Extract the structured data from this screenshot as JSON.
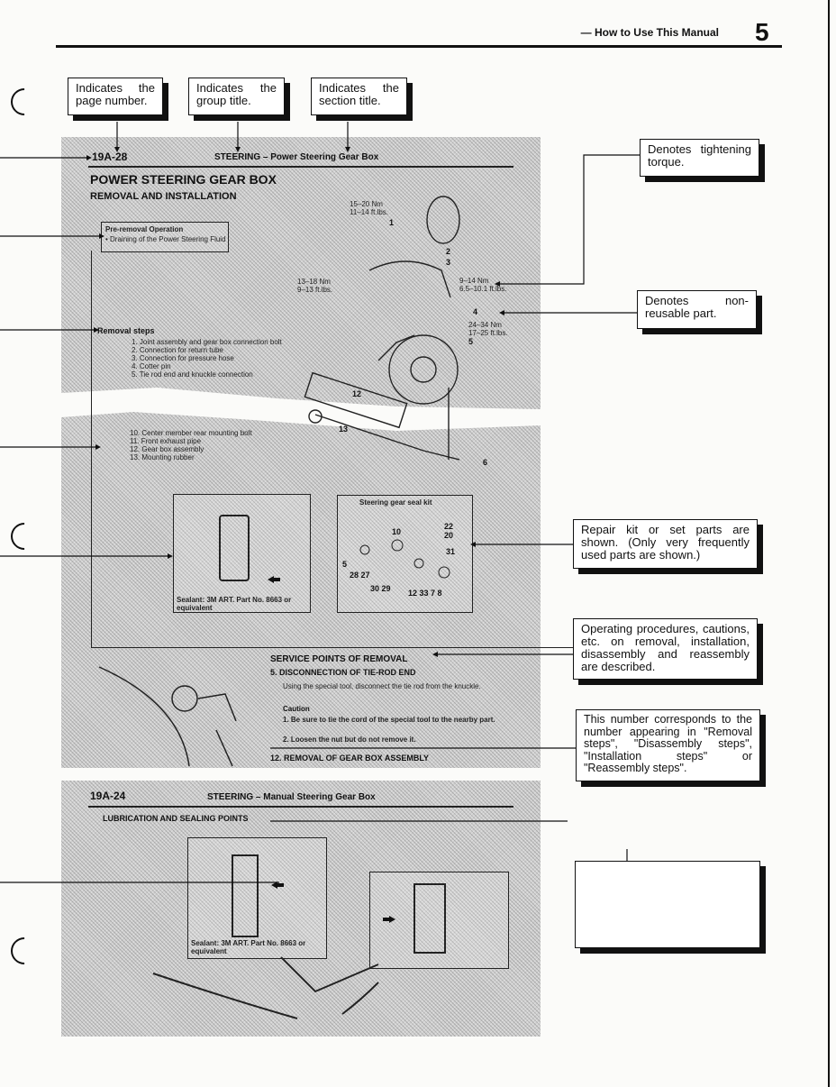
{
  "header": {
    "title": "— How to Use This Manual",
    "page_number": "5"
  },
  "callouts": {
    "page_number": "Indicates the page number.",
    "group_title": "Indicates the group title.",
    "section_title": "Indicates the section title.",
    "tightening_torque": "Denotes tightening torque.",
    "non_reusable": "Denotes non-reusable part.",
    "repair_kit": "Repair kit or set parts are shown. (Only very frequently used parts are shown.)",
    "operating_procedures": "Operating procedures, cautions, etc. on removal, installation, disassembly and reassembly are described.",
    "number_corresponds": "This number corresponds to the number appearing in \"Removal steps\", \"Disassembly steps\", \"Installation steps\" or \"Reassembly steps\".",
    "empty_box": ""
  },
  "scan": {
    "page_ref_1": "19A-28",
    "group_1": "STEERING – Power Steering Gear Box",
    "section_title": "POWER STEERING GEAR BOX",
    "subsection": "REMOVAL AND INSTALLATION",
    "preremoval_heading": "Pre-removal Operation",
    "preremoval_item": "• Draining of the Power Steering Fluid",
    "torque_1": "15–20 Nm\n11–14 ft.lbs.",
    "torque_2": "13–18 Nm\n9–13 ft.lbs.",
    "torque_3": "9–14 Nm\n6.5–10.1 ft.lbs.",
    "torque_4": "24–34 Nm\n17–25 ft.lbs.",
    "removal_steps_heading": "Removal steps",
    "removal_steps": [
      "1. Joint assembly and gear box connection bolt",
      "2. Connection for return tube",
      "3. Connection for pressure hose",
      "4. Cotter pin",
      "5. Tie rod end and knuckle connection"
    ],
    "removal_steps_lower": [
      "10. Center member rear mounting bolt",
      "11. Front exhaust pipe",
      "12. Gear box assembly",
      "13. Mounting rubber"
    ],
    "seal_kit_title": "Steering gear seal kit",
    "sealant_note": "Sealant: 3M ART. Part No. 8663 or equivalent",
    "service_points_title": "SERVICE POINTS OF REMOVAL",
    "service_item_a": "5. DISCONNECTION OF TIE-ROD END",
    "service_body": "Using the special tool, disconnect the tie rod from the knuckle.",
    "caution": "Caution",
    "caution_1": "1. Be sure to tie the cord of the special tool to the nearby part.",
    "caution_2": "2. Loosen the nut but do not remove it.",
    "service_item_b": "12. REMOVAL OF GEAR BOX ASSEMBLY",
    "page_ref_2": "19A-24",
    "group_2": "STEERING – Manual Steering Gear Box",
    "lubrication_title": "LUBRICATION AND SEALING POINTS",
    "sealant_note_2": "Sealant: 3M ART. Part No. 8663 or equivalent"
  }
}
